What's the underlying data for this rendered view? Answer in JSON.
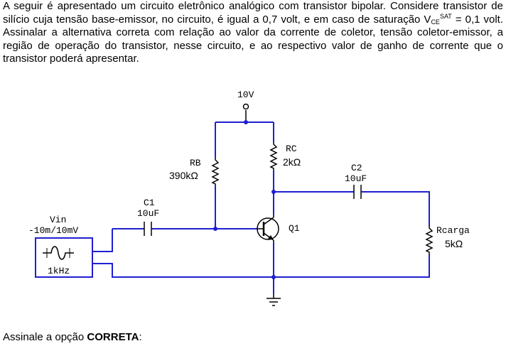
{
  "question": {
    "text_1": "A seguir é apresentado um circuito eletrônico analógico com transistor bipolar. Considere transistor de silício cuja tensão base-emissor, no circuito, é igual a 0,7 volt, e em caso de saturação V",
    "sub": "CE",
    "sup": "SAT",
    "text_2": " = 0,1 volt. Assinalar a alternativa correta com relação ao valor da corrente de coletor, tensão coletor-emissor, a região de operação do transistor, nesse circuito, e ao respectivo valor de ganho de corrente que o transistor poderá apresentar."
  },
  "circuit": {
    "supply_label": "10V",
    "rb_name": "RB",
    "rb_value": "390kΩ",
    "rc_name": "RC",
    "rc_value": "2kΩ",
    "c1_name": "C1",
    "c1_value": "10uF",
    "c2_name": "C2",
    "c2_value": "10uF",
    "vin_name": "Vin",
    "vin_value": "-10m/10mV",
    "vin_freq": "1kHz",
    "q1_name": "Q1",
    "rload_name": "Rcarga",
    "rload_value": "5kΩ"
  },
  "colors": {
    "wire": "#1f1fd0",
    "component": "#000000",
    "node": "#1f1fd0"
  },
  "footer": {
    "prefix": "Assinale a opção ",
    "bold": "CORRETA",
    "suffix": ":"
  }
}
